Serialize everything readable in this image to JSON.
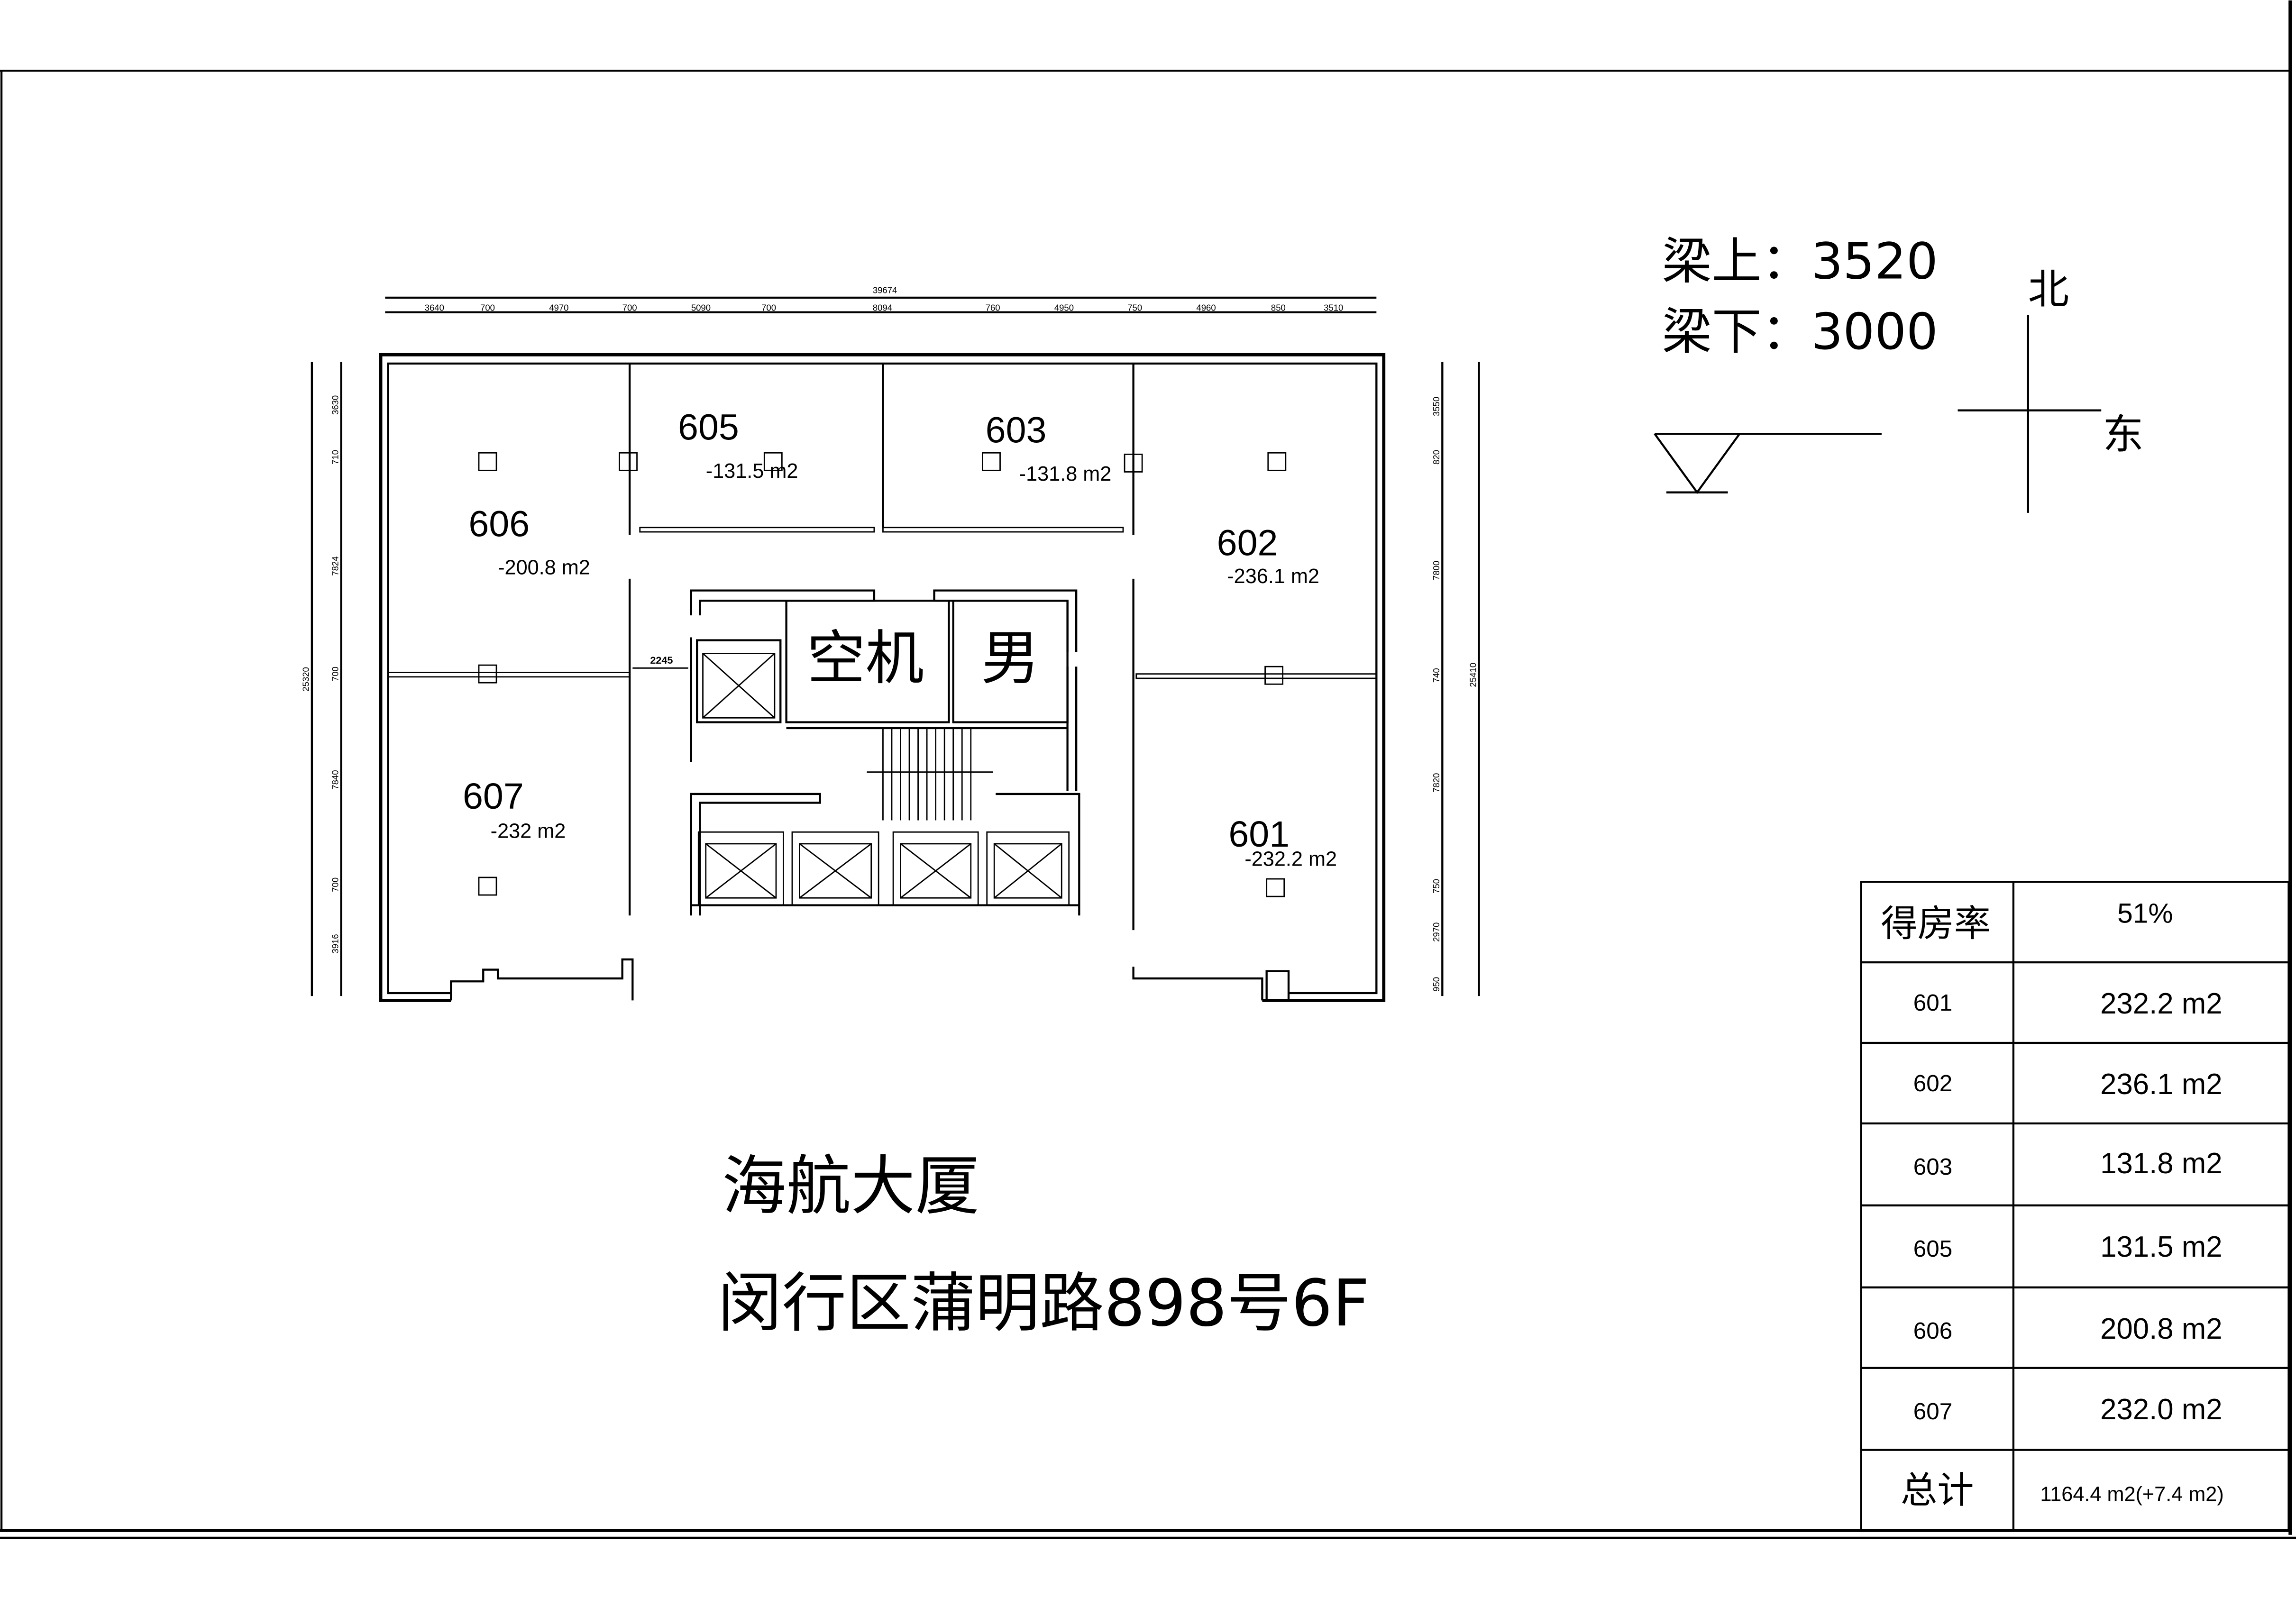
{
  "title_block": {
    "beam_top": "梁上：3520",
    "beam_bottom": "梁下：3000"
  },
  "compass": {
    "north": "北",
    "east": "东"
  },
  "dimensions": {
    "top_total": "39674",
    "top_segments": [
      "3640",
      "700",
      "4970",
      "700",
      "5090",
      "700",
      "8094",
      "760",
      "4950",
      "750",
      "4960",
      "850",
      "3510"
    ],
    "left_total": "25320",
    "left_segments": [
      "3630",
      "710",
      "7824",
      "700",
      "7840",
      "700",
      "3916"
    ],
    "right_total": "25410",
    "right_segments": [
      "3550",
      "820",
      "7800",
      "740",
      "7820",
      "750",
      "2970",
      "950"
    ],
    "corridor_width": "2245"
  },
  "rooms": [
    {
      "number": "605",
      "area": "-131.5 m2"
    },
    {
      "number": "603",
      "area": "-131.8 m2"
    },
    {
      "number": "606",
      "area": "-200.8 m2"
    },
    {
      "number": "602",
      "area": "-236.1 m2"
    },
    {
      "number": "607",
      "area": "-232 m2"
    },
    {
      "number": "601",
      "area": "-232.2 m2"
    }
  ],
  "core_labels": {
    "ac_room": "空机",
    "mens_room": "男"
  },
  "address": {
    "building": "海航大厦",
    "street": "闵行区蒲明路898号6F"
  },
  "area_table": {
    "ratio_label": "得房率",
    "ratio_value": "51%",
    "rows": [
      {
        "room": "601",
        "area": "232.2 m2"
      },
      {
        "room": "602",
        "area": "236.1 m2"
      },
      {
        "room": "603",
        "area": "131.8 m2"
      },
      {
        "room": "605",
        "area": "131.5 m2"
      },
      {
        "room": "606",
        "area": "200.8 m2"
      },
      {
        "room": "607",
        "area": "232.0 m2"
      }
    ],
    "total_label": "总计",
    "total_value": "1164.4 m2(+7.4 m2)"
  }
}
